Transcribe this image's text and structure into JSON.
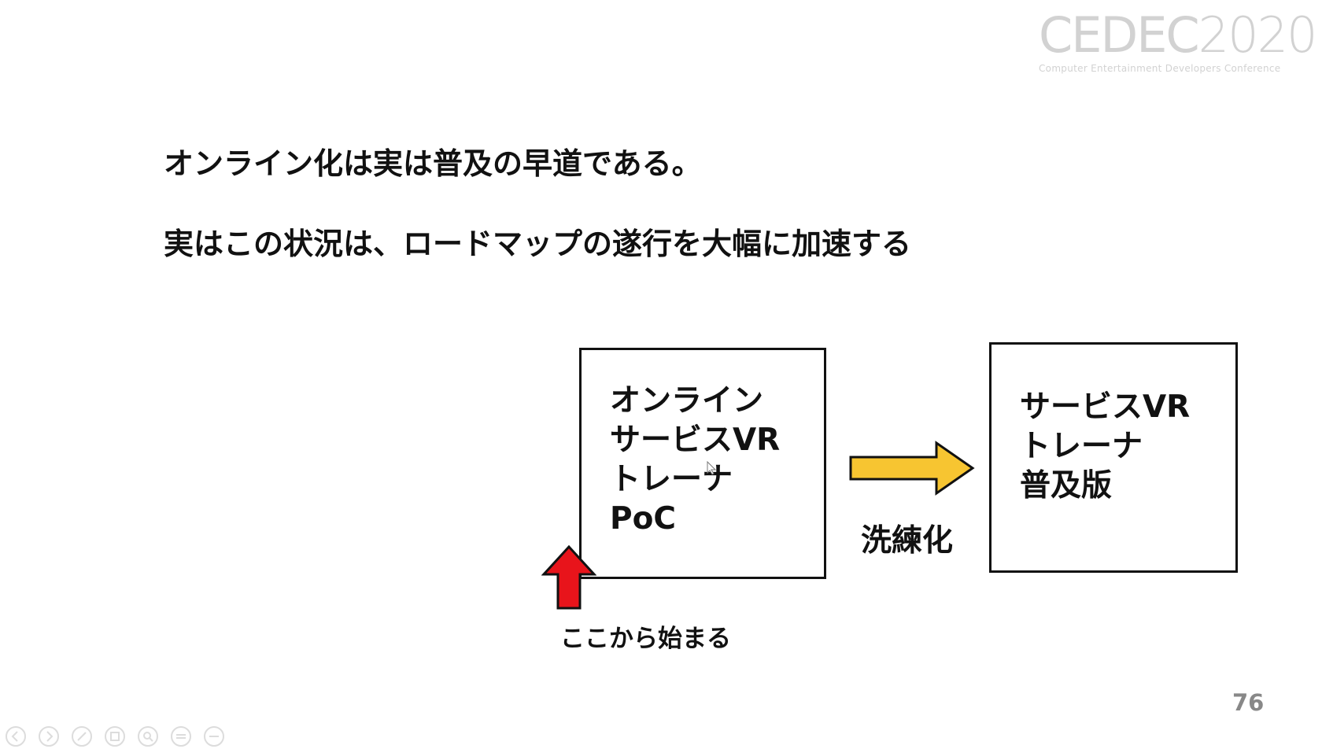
{
  "logo": {
    "brand": "CEDEC",
    "year": "2020",
    "subtitle": "Computer Entertainment Developers Conference"
  },
  "slide": {
    "heading1": "オンライン化は実は普及の早道である。",
    "heading2": "実はこの状況は、ロードマップの遂行を大幅に加速する",
    "poc_box": {
      "lines": [
        "オンライン",
        "サービスVR",
        "トレーナ",
        "PoC"
      ]
    },
    "product_box": {
      "lines": [
        "サービスVR",
        "トレーナ",
        "普及版"
      ]
    },
    "arrow_label": "洗練化",
    "start_label": "ここから始まる",
    "page_number": "76",
    "colors": {
      "arrow_yellow": "#f7c531",
      "arrow_red": "#e8141b",
      "outline": "#111111"
    }
  },
  "toolbar": {
    "icons": [
      "back-icon",
      "forward-icon",
      "pen-icon",
      "slides-icon",
      "zoom-icon",
      "subtitles-icon",
      "more-icon"
    ]
  }
}
